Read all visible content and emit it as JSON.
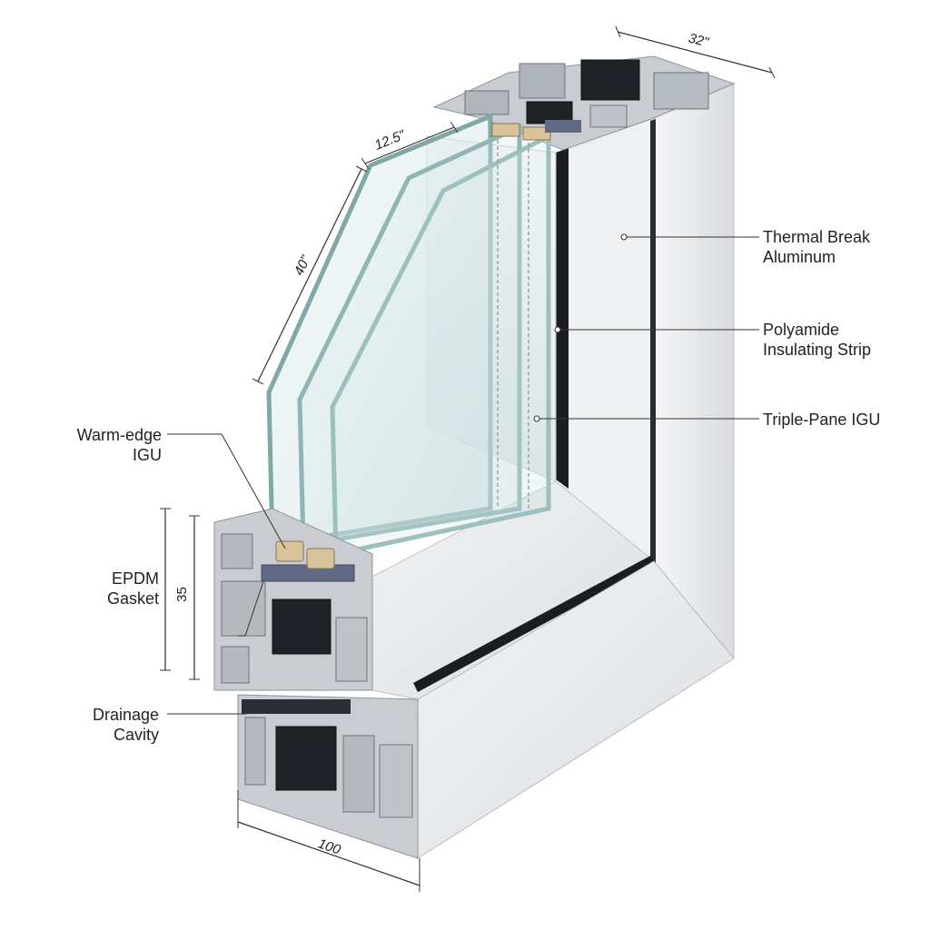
{
  "colors": {
    "background": "#ffffff",
    "aluminum_face": "#eceef0",
    "aluminum_dark": "#c4c8cc",
    "profile_black": "#1b1d20",
    "glass": "#cfe3e2",
    "glass_edge": "#7fa8a6",
    "gasket": "#5f6b86",
    "spacer_fill": "#d9c39a"
  },
  "callouts": {
    "thermal_break": [
      "Thermal Break",
      "Aluminum"
    ],
    "polyamide": [
      "Polyamide",
      "Insulating Strip"
    ],
    "triple_pane": [
      "Triple-Pane IGU"
    ],
    "warm_edge": [
      "Warm-edge",
      "IGU"
    ],
    "epdm": [
      "EPDM",
      "Gasket"
    ],
    "drainage": [
      "Drainage",
      "Cavity"
    ]
  },
  "dimensions": {
    "top_width": "32\"",
    "glass_depth": "12.5\"",
    "glass_height": "40\"",
    "frame_height": "35",
    "frame_depth": "100"
  }
}
